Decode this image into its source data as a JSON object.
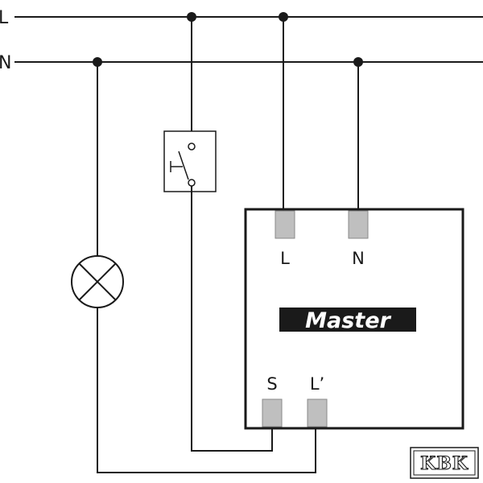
{
  "lines": {
    "live_label": "L",
    "neutral_label": "N"
  },
  "master": {
    "title": "Master",
    "terminals": {
      "top_left": "L",
      "top_right": "N",
      "bottom_left": "S",
      "bottom_right": "L’"
    }
  },
  "logo": {
    "text": "KBK"
  },
  "colors": {
    "wire": "#1a1a1a",
    "terminal_fill": "#bfbfbf",
    "master_label_bg": "#1a1a1a"
  }
}
